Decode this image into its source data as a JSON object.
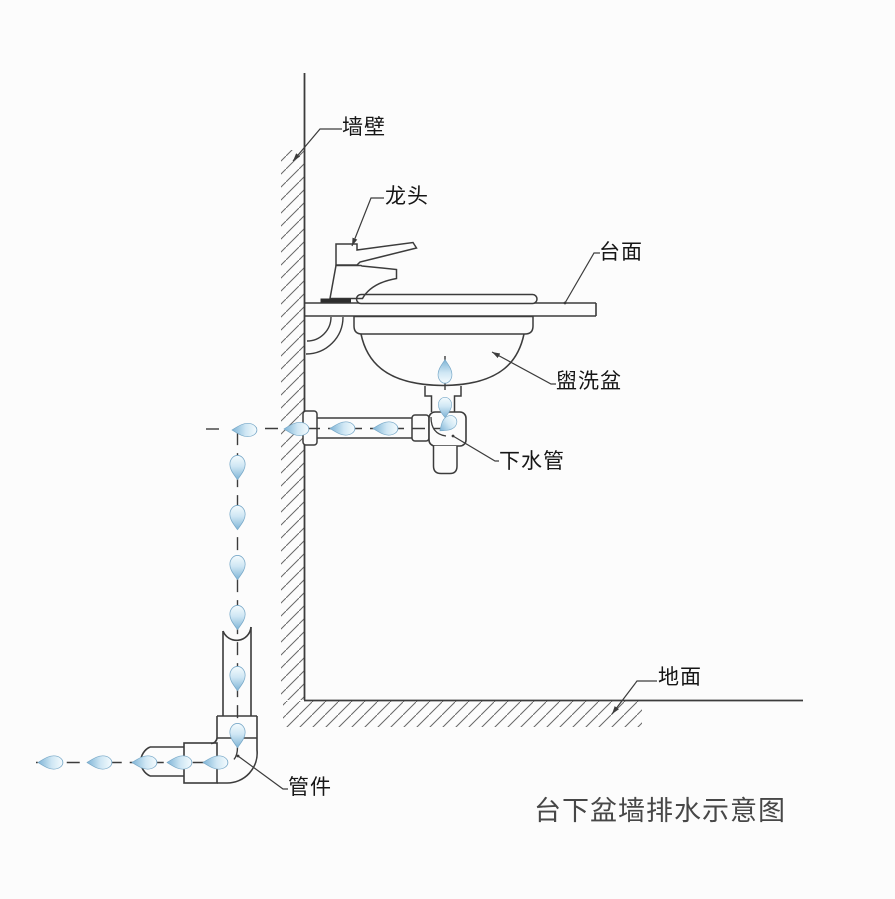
{
  "title": "台下盆墙排水示意图",
  "labels": {
    "wall": "墙壁",
    "faucet": "龙头",
    "countertop": "台面",
    "basin": "盥洗盆",
    "drain_pipe": "下水管",
    "floor": "地面",
    "pipe_fitting": "管件"
  },
  "colors": {
    "line": "#3c3c3c",
    "hatch": "#676767",
    "label_text": "#161616",
    "title_text": "#474747",
    "water_drop_light": "#f4fbfe",
    "water_drop_mid": "#cfe7f4",
    "water_drop_dark": "#7fb4d6",
    "background": "#fcfcfc"
  },
  "icons": {
    "water_drop": "teardrop glyph marking drainage flow direction"
  }
}
